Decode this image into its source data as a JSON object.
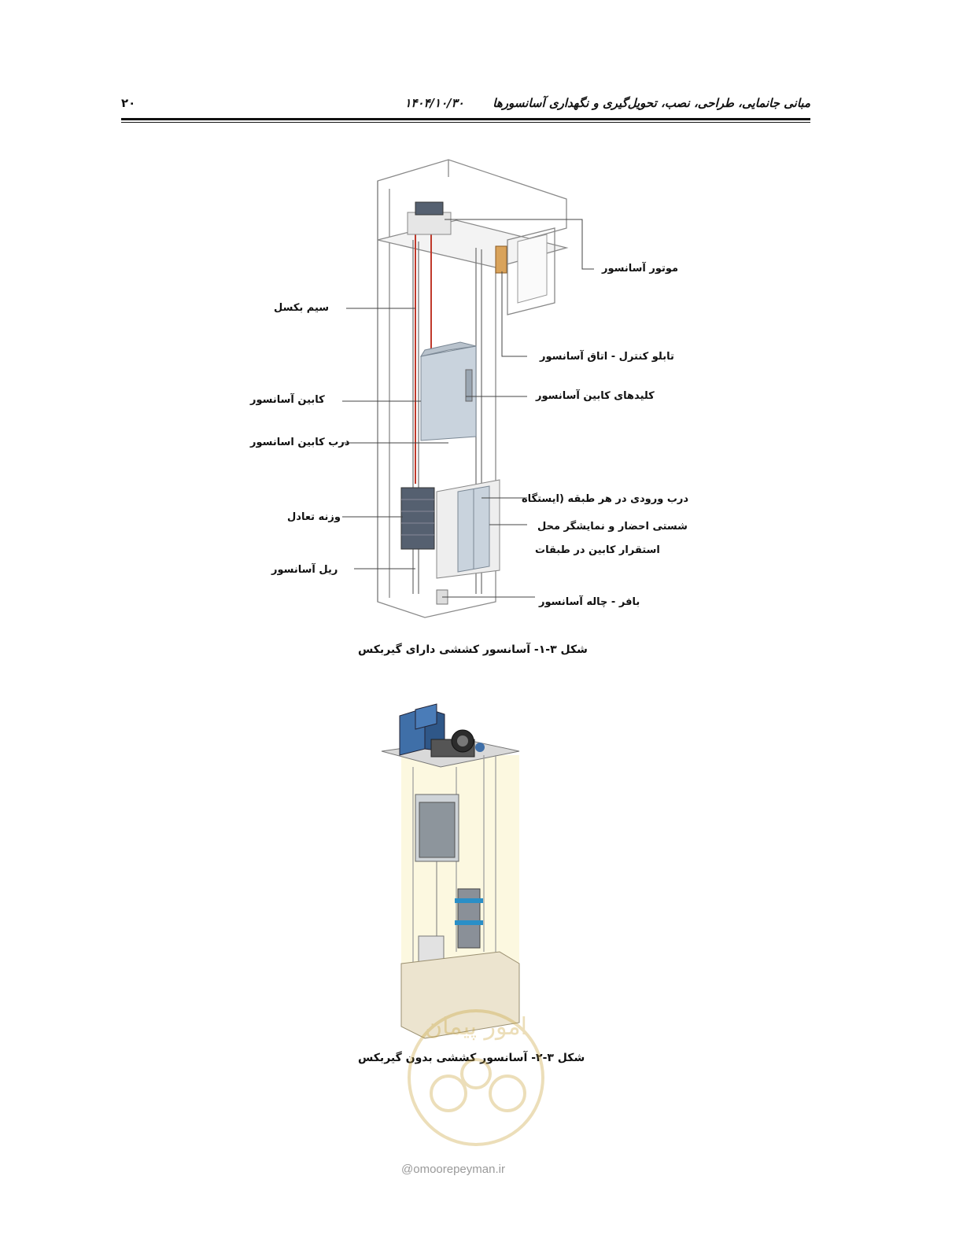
{
  "header": {
    "page_number": "۲۰",
    "running_title": "مبانی جانمایی، طراحی، نصب، تحویل‌گیری و نگهداری آسانسورها",
    "date": "۱۴۰۴/۱۰/۳۰"
  },
  "figure1": {
    "labels": {
      "motor": "موتور آسانسور",
      "cable": "سیم بکسل",
      "control_panel": "تابلو کنترل - اتاق آسانسور",
      "cabin": "کابین آسانسور",
      "cabin_buttons": "کلیدهای کابین آسانسور",
      "cabin_door": "درب کابین اسانسور",
      "landing_door": "درب ورودی در هر طبقه (ایستگاه",
      "counterweight": "وزنه تعادل",
      "call_button_1": "شستی احضار و نمایشگر محل",
      "call_button_2": "استقرار کابین در طبقات",
      "rail": "ریل آسانسور",
      "buffer": "بافر - چاله آسانسور"
    },
    "caption": "شکل ۳-۱- آسانسور کششی دارای گیربکس"
  },
  "figure2": {
    "caption": "شکل ۳-۲- آسانسور کششی بدون گیربکس"
  },
  "watermark": {
    "logo_text": "امور پیمان",
    "site": "omoorepeyman.ir"
  }
}
